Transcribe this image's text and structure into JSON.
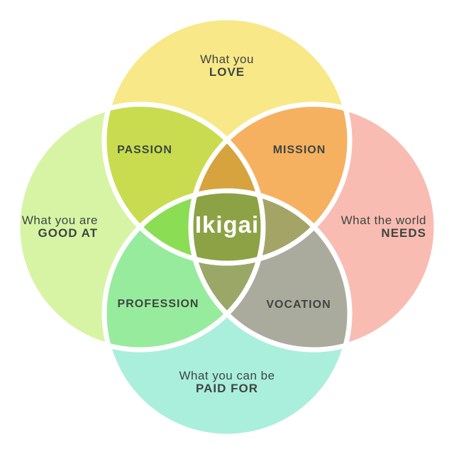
{
  "diagram": {
    "title": "Ikigai",
    "center_label": "Ikigai"
  },
  "circles": {
    "love": {
      "line1": "What you",
      "line2": "LOVE"
    },
    "good_at": {
      "line1": "What you are",
      "line2": "GOOD AT"
    },
    "needs": {
      "line1": "What the world",
      "line2": "NEEDS"
    },
    "paid_for": {
      "line1": "What you can be",
      "line2": "PAID FOR"
    }
  },
  "overlaps": {
    "passion": "PASSION",
    "mission": "MISSION",
    "profession": "PROFESSION",
    "vocation": "VOCATION"
  },
  "colors": {
    "background": "#FFFFFF",
    "love": "#F8E887",
    "good_at": "#D7F4A4",
    "needs": "#F9BCB2",
    "paid_for": "#AAEFDC",
    "passion": "#C9DC50",
    "mission": "#F6B160",
    "profession": "#97EB9D",
    "vocation": "#ABAB9D",
    "triple_top": "#D7A33E",
    "triple_left": "#8BDD53",
    "triple_right": "#A4A466",
    "triple_bottom": "#9AA767",
    "center": "#8CA244",
    "stroke": "#FFFFFF",
    "label_text": "#3E4641",
    "center_text": "#FFFFFF"
  }
}
